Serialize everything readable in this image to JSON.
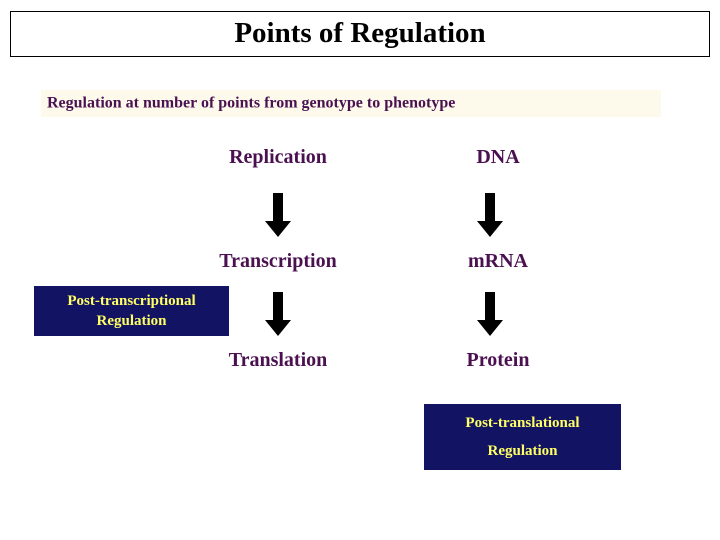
{
  "slide": {
    "title": "Points of Regulation",
    "subtitle": "Regulation at number of points from genotype to phenotype",
    "colors": {
      "heading_text": "#000000",
      "body_text": "#4a1050",
      "subtitle_band": "#fdfaec",
      "callout_box": "#131363",
      "callout_text": "#ffff66",
      "arrow": "#000000"
    },
    "flow": {
      "left_column": [
        {
          "label": "Replication"
        },
        {
          "label": "Transcription"
        },
        {
          "label": "Translation"
        }
      ],
      "right_column": [
        {
          "label": "DNA"
        },
        {
          "label": "mRNA"
        },
        {
          "label": "Protein"
        }
      ],
      "arrows": [
        {
          "name": "replication-to-transcription",
          "direction": "down"
        },
        {
          "name": "dna-to-mrna",
          "direction": "down"
        },
        {
          "name": "transcription-to-translation",
          "direction": "down"
        },
        {
          "name": "mrna-to-protein",
          "direction": "down"
        }
      ]
    },
    "callouts": {
      "post_transcriptional": {
        "line1": "Post-transcriptional",
        "line2": "Regulation"
      },
      "post_translational": {
        "line1": "Post-translational",
        "line2": "Regulation"
      }
    }
  }
}
